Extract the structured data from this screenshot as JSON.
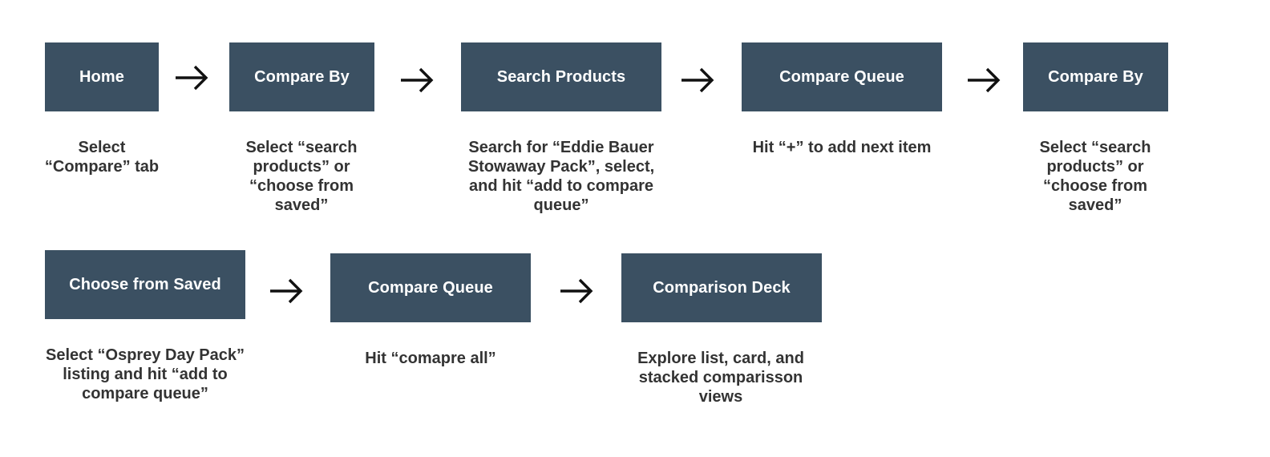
{
  "colors": {
    "box_fill": "#3b5062",
    "box_text": "#ffffff",
    "caption_text": "#333333",
    "arrow": "#111111"
  },
  "icons": {
    "arrow": "arrow-right-icon"
  },
  "row1": [
    {
      "title": "Home",
      "caption": "Select\n“Compare” tab"
    },
    {
      "title": "Compare By",
      "caption": "Select “search\nproducts” or\n“choose from\nsaved”"
    },
    {
      "title": "Search Products",
      "caption": "Search for “Eddie Bauer\nStowaway Pack”, select,\nand hit “add to compare\nqueue”"
    },
    {
      "title": "Compare Queue",
      "caption": "Hit “+” to add next item"
    },
    {
      "title": "Compare By",
      "caption": "Select “search\nproducts” or\n“choose from\nsaved”"
    }
  ],
  "row2": [
    {
      "title": "Choose from Saved",
      "caption": "Select “Osprey Day Pack”\nlisting and hit “add to\ncompare queue”"
    },
    {
      "title": "Compare Queue",
      "caption": "Hit “comapre all”"
    },
    {
      "title": "Comparison Deck",
      "caption": "Explore list, card, and\nstacked comparisson\nviews"
    }
  ]
}
